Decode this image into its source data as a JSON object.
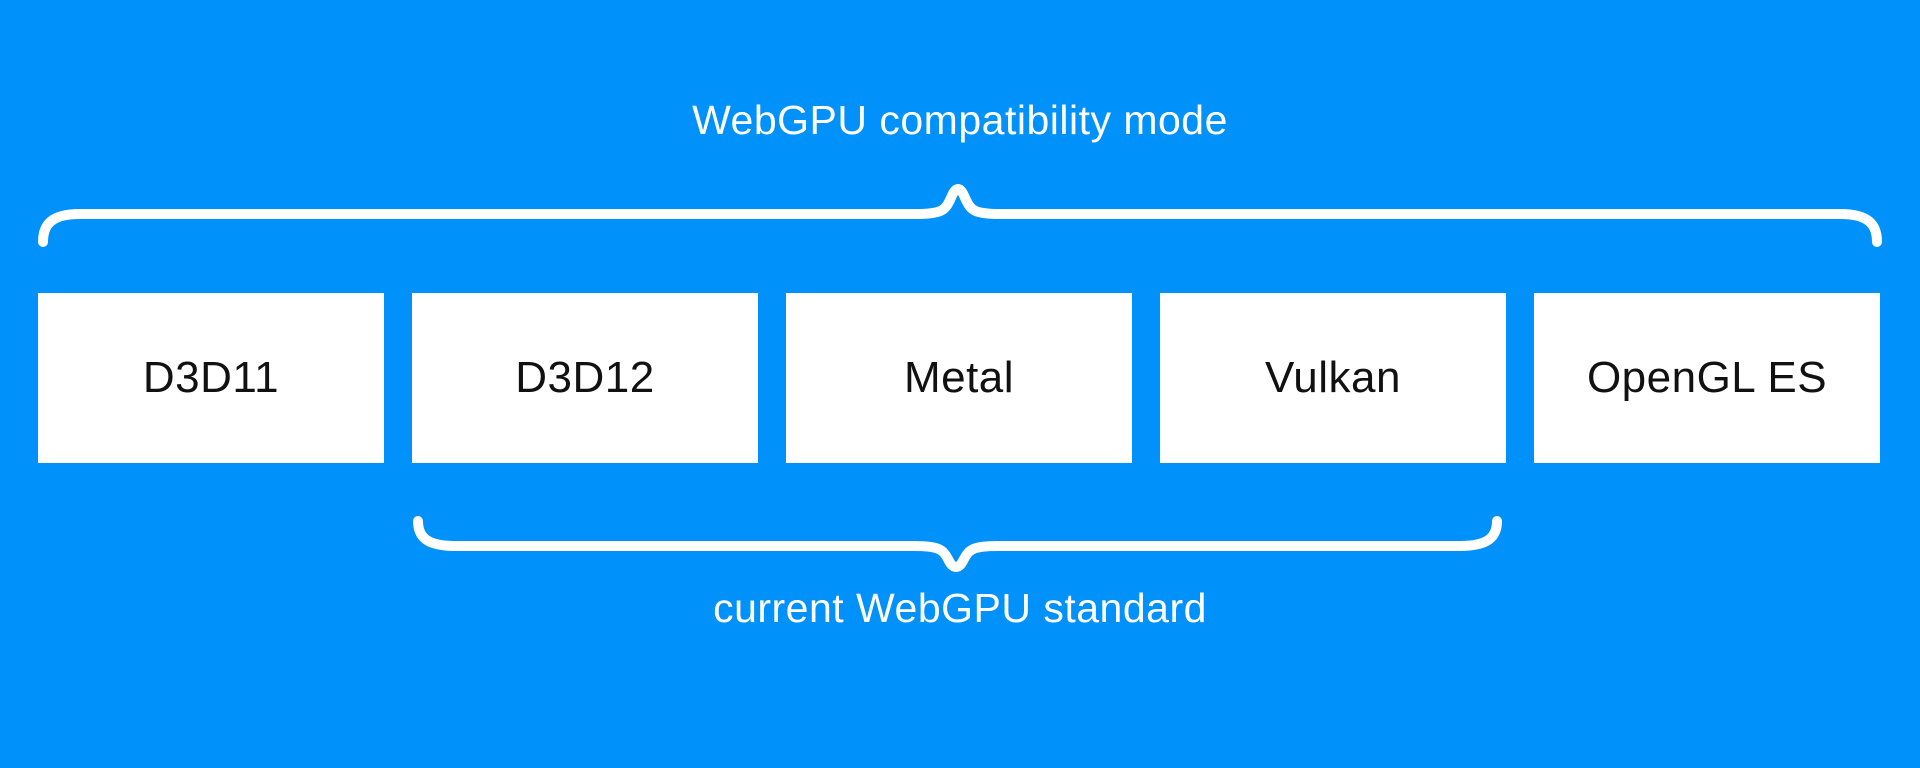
{
  "diagram": {
    "top_brace_label": "WebGPU compatibility mode",
    "bottom_brace_label": "current WebGPU standard",
    "boxes": [
      {
        "label": "D3D11"
      },
      {
        "label": "D3D12"
      },
      {
        "label": "Metal"
      },
      {
        "label": "Vulkan"
      },
      {
        "label": "OpenGL ES"
      }
    ],
    "colors": {
      "background": "#0091fb",
      "box_background": "#ffffff",
      "box_text": "#111111",
      "label_text": "#ffffff",
      "brace": "#ffffff"
    }
  }
}
